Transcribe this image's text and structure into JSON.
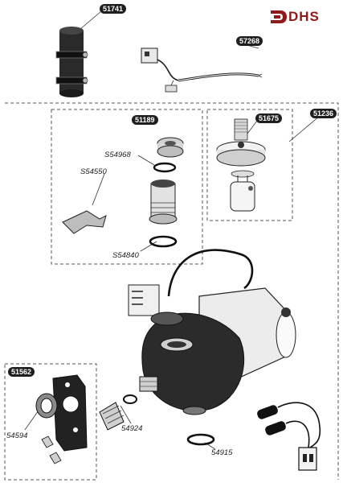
{
  "logo": {
    "text": "DHS",
    "color": "#8f1a1a"
  },
  "part_badges": {
    "p51741": "51741",
    "p57268": "57268",
    "p51189": "51189",
    "p51675": "51675",
    "p51236": "51236",
    "p51562": "51562"
  },
  "part_labels": {
    "s54968": "S54968",
    "s54550": "S54550",
    "s54840": "S54840",
    "p54594": "54594",
    "p54924": "54924",
    "p54915": "54915"
  }
}
